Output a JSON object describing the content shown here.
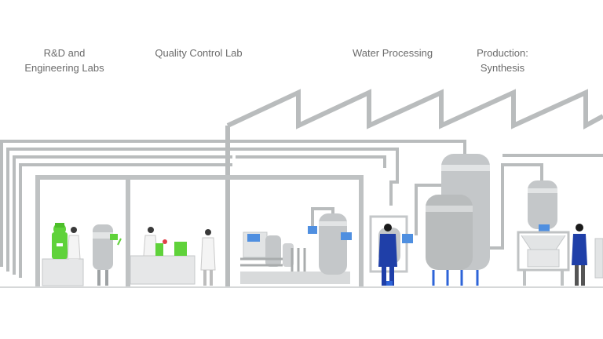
{
  "labels": {
    "rnd_line1": "R&D and",
    "rnd_line2": "Engineering Labs",
    "quality_control": "Quality Control Lab",
    "water_processing": "Water Processing",
    "production_line1": "Production:",
    "production_line2": "Synthesis"
  },
  "colors": {
    "pipe": "#b9bcbd",
    "pipe_dark": "#a9acad",
    "tank_light": "#e2e4e5",
    "tank_mid": "#c4c7c9",
    "tank_dark": "#9ea2a4",
    "green": "#5fd23a",
    "worker_blue": "#1f3fa8",
    "screen_blue": "#4f8fe0",
    "leg_blue": "#2e64d8",
    "bench": "#e6e7e8"
  }
}
